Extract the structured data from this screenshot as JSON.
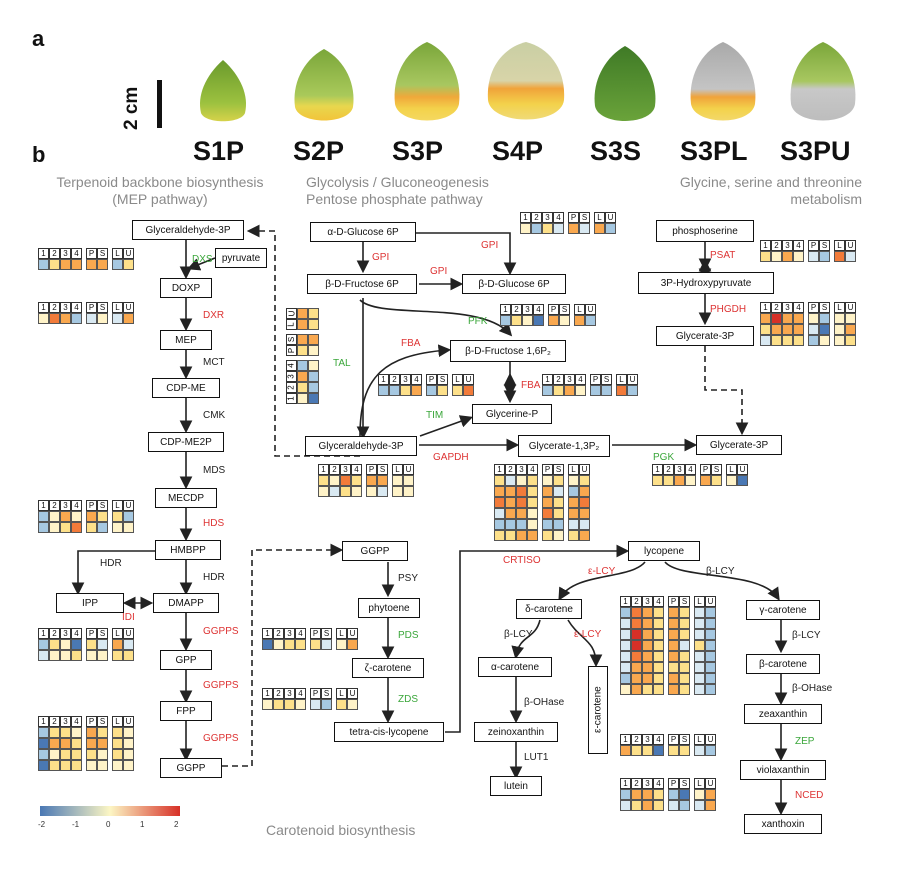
{
  "panel_labels": {
    "a": "a",
    "b": "b"
  },
  "scale_bar": "2 cm",
  "stages": [
    "S1P",
    "S2P",
    "S3P",
    "S4P",
    "S3S",
    "S3PL",
    "S3PU"
  ],
  "pathway_titles": {
    "mep": [
      "Terpenoid backbone biosynthesis",
      "(MEP pathway)"
    ],
    "glycolysis": [
      "Glycolysis / Gluconeogenesis",
      "Pentose phosphate pathway"
    ],
    "glycine": [
      "Glycine, serine and threonine",
      "metabolism"
    ],
    "carotenoid": "Carotenoid biosynthesis"
  },
  "heatmap_header": [
    "1",
    "2",
    "3",
    "4",
    "P",
    "S",
    "L",
    "U"
  ],
  "heatmap_header_vertical": [
    "1",
    "2",
    "3",
    "4",
    "P",
    "S",
    "L",
    "U"
  ],
  "legend": {
    "ticks": [
      "-2",
      "-1",
      "0",
      "1",
      "2"
    ],
    "colors": [
      "#4a78b4",
      "#fcf6c4",
      "#d73027"
    ]
  },
  "palette": {
    "db": "#4a78b4",
    "lb": "#a6c8e1",
    "vl": "#d9e9f2",
    "pl": "#fff3c8",
    "ly": "#fde08a",
    "or": "#f9a84f",
    "do": "#f27b3a",
    "rd": "#d73027"
  },
  "metabolites": {
    "g3p_top": "Glyceraldehyde-3P",
    "pyruvate": "pyruvate",
    "doxp": "DOXP",
    "mep": "MEP",
    "cdpme": "CDP-ME",
    "cdpme2p": "CDP-ME2P",
    "mecdp": "MECDP",
    "hmbpp": "HMBPP",
    "ipp": "IPP",
    "dmapp": "DMAPP",
    "gpp": "GPP",
    "fpp": "FPP",
    "ggpp_l": "GGPP",
    "aglc": "α-D-Glucose 6P",
    "bfru6": "β-D-Fructose 6P",
    "bglc": "β-D-Glucose 6P",
    "bfru16": "β-D-Fructose 1,6P₂",
    "glyp": "Glycerine-P",
    "g3p_mid": "Glyceraldehyde-3P",
    "g13p": "Glycerate-1,3P₂",
    "gly3p_r": "Glycerate-3P",
    "pser": "phosphoserine",
    "hpyr": "3P-Hydroxypyruvate",
    "gly3p_t": "Glycerate-3P",
    "ggpp_c": "GGPP",
    "phyt": "phytoene",
    "zcar": "ζ-carotene",
    "tcl": "tetra-cis-lycopene",
    "lyc": "lycopene",
    "dcar": "δ-carotene",
    "acar": "α-carotene",
    "ecar": "ε-carotene",
    "zein": "zeinoxanthin",
    "lut": "lutein",
    "gcar": "γ-carotene",
    "bcar": "β-carotene",
    "zeax": "zeaxanthin",
    "viola": "violaxanthin",
    "xanth": "xanthoxin"
  },
  "enzymes": {
    "dxs": "DXS",
    "dxr": "DXR",
    "mct": "MCT",
    "cmk": "CMK",
    "mds": "MDS",
    "hds": "HDS",
    "hdr1": "HDR",
    "hdr2": "HDR",
    "idi": "IDI",
    "ggpps1": "GGPPS",
    "ggpps2": "GGPPS",
    "ggpps3": "GGPPS",
    "gpi1": "GPI",
    "gpi2": "GPI",
    "gpi3": "GPI",
    "pfk": "PFK",
    "fba1": "FBA",
    "fba2": "FBA",
    "tal": "TAL",
    "tim": "TIM",
    "gapdh": "GAPDH",
    "pgk": "PGK",
    "psat": "PSAT",
    "phgdh": "PHGDH",
    "psy": "PSY",
    "pds": "PDS",
    "zds": "ZDS",
    "crtiso": "CRTISO",
    "elcy1": "ε-LCY",
    "blcy1": "β-LCY",
    "blcy2": "β-LCY",
    "elcy2": "ε-LCY",
    "bohase1": "β-OHase",
    "lut1": "LUT1",
    "blcy3": "β-LCY",
    "bohase2": "β-OHase",
    "zep": "ZEP",
    "nced": "NCED"
  },
  "heatmaps": {
    "dxs": [
      [
        "lb",
        "ly",
        "or",
        "or",
        "or",
        "or",
        "lb",
        "ly"
      ]
    ],
    "dxr": [
      [
        "pl",
        "do",
        "or",
        "lb",
        "vl",
        "pl",
        "vl",
        "or"
      ]
    ],
    "hds": [
      [
        "lb",
        "pl",
        "or",
        "pl",
        "or",
        "ly",
        "ly",
        "lb"
      ],
      [
        "lb",
        "pl",
        "ly",
        "do",
        "ly",
        "lb",
        "pl",
        "pl"
      ]
    ],
    "ggpps1": [
      [
        "lb",
        "ly",
        "pl",
        "db",
        "ly",
        "vl",
        "or",
        "vl"
      ],
      [
        "vl",
        "pl",
        "pl",
        "ly",
        "pl",
        "pl",
        "ly",
        "ly"
      ]
    ],
    "ggpps3": [
      [
        "lb",
        "ly",
        "ly",
        "pl",
        "or",
        "ly",
        "ly",
        "pl"
      ],
      [
        "db",
        "or",
        "or",
        "ly",
        "or",
        "or",
        "ly",
        "pl"
      ],
      [
        "lb",
        "pl",
        "ly",
        "ly",
        "ly",
        "pl",
        "ly",
        "pl"
      ],
      [
        "db",
        "ly",
        "ly",
        "ly",
        "pl",
        "pl",
        "pl",
        "pl"
      ]
    ],
    "gpi": [
      [
        "pl",
        "lb",
        "ly",
        "vl",
        "or",
        "vl",
        "or",
        "lb"
      ]
    ],
    "fba": [
      [
        "lb",
        "ly",
        "or",
        "pl",
        "lb",
        "lb",
        "do",
        "lb"
      ]
    ],
    "gapdh": [
      [
        "ly",
        "pl",
        "do",
        "ly",
        "or",
        "or",
        "pl",
        "pl"
      ],
      [
        "pl",
        "vl",
        "ly",
        "pl",
        "pl",
        "vl",
        "pl",
        "pl"
      ]
    ],
    "g13": [
      [
        "ly",
        "vl",
        "pl",
        "ly",
        "pl",
        "ly",
        "pl",
        "ly"
      ],
      [
        "or",
        "or",
        "do",
        "ly",
        "or",
        "vl",
        "lb",
        "or"
      ],
      [
        "do",
        "or",
        "do",
        "ly",
        "or",
        "ly",
        "or",
        "do"
      ],
      [
        "vl",
        "or",
        "or",
        "pl",
        "do",
        "ly",
        "or",
        "or"
      ],
      [
        "lb",
        "lb",
        "lb",
        "pl",
        "lb",
        "lb",
        "vl",
        "vl"
      ],
      [
        "ly",
        "ly",
        "or",
        "or",
        "ly",
        "pl",
        "ly",
        "or"
      ]
    ],
    "pgk": [
      [
        "ly",
        "ly",
        "or",
        "pl",
        "or",
        "ly",
        "pl",
        "db"
      ]
    ],
    "psat": [
      [
        "ly",
        "pl",
        "or",
        "pl",
        "vl",
        "lb",
        "do",
        "vl"
      ]
    ],
    "phgdh": [
      [
        "or",
        "rd",
        "or",
        "or",
        "pl",
        "lb",
        "pl",
        "pl"
      ],
      [
        "ly",
        "or",
        "or",
        "or",
        "vl",
        "db",
        "pl",
        "or"
      ],
      [
        "vl",
        "ly",
        "ly",
        "ly",
        "lb",
        "pl",
        "pl",
        "ly"
      ]
    ],
    "pds": [
      [
        "db",
        "pl",
        "ly",
        "ly",
        "ly",
        "vl",
        "pl",
        "or"
      ]
    ],
    "zds": [
      [
        "pl",
        "ly",
        "ly",
        "pl",
        "vl",
        "lb",
        "ly",
        "pl"
      ]
    ],
    "lcy": [
      [
        "lb",
        "do",
        "or",
        "ly",
        "or",
        "ly",
        "vl",
        "lb"
      ],
      [
        "vl",
        "do",
        "or",
        "ly",
        "or",
        "ly",
        "vl",
        "lb"
      ],
      [
        "vl",
        "rd",
        "or",
        "ly",
        "or",
        "ly",
        "vl",
        "lb"
      ],
      [
        "vl",
        "rd",
        "or",
        "ly",
        "or",
        "vl",
        "ly",
        "lb"
      ],
      [
        "vl",
        "do",
        "or",
        "ly",
        "or",
        "ly",
        "vl",
        "lb"
      ],
      [
        "vl",
        "or",
        "or",
        "ly",
        "ly",
        "ly",
        "vl",
        "lb"
      ],
      [
        "lb",
        "or",
        "or",
        "ly",
        "or",
        "ly",
        "vl",
        "lb"
      ],
      [
        "pl",
        "or",
        "ly",
        "ly",
        "or",
        "ly",
        "vl",
        "lb"
      ]
    ],
    "zep": [
      [
        "or",
        "ly",
        "ly",
        "db",
        "ly",
        "ly",
        "vl",
        "lb"
      ]
    ],
    "nced": [
      [
        "lb",
        "or",
        "or",
        "ly",
        "lb",
        "db",
        "pl",
        "or"
      ],
      [
        "vl",
        "ly",
        "or",
        "ly",
        "vl",
        "lb",
        "vl",
        "or"
      ]
    ],
    "tal": [
      [
        "pl",
        "ly",
        "or",
        "lb",
        "ly",
        "or",
        "or",
        "or"
      ],
      [
        "db",
        "lb",
        "lb",
        "pl",
        "pl",
        "or",
        "ly",
        "ly"
      ]
    ],
    "pfk": [
      [
        "lb",
        "ly",
        "pl",
        "db",
        "or",
        "pl",
        "or",
        "lb"
      ]
    ],
    "tim": [
      [
        "lb",
        "lb",
        "ly",
        "or",
        "lb",
        "ly",
        "ly",
        "do"
      ]
    ]
  }
}
